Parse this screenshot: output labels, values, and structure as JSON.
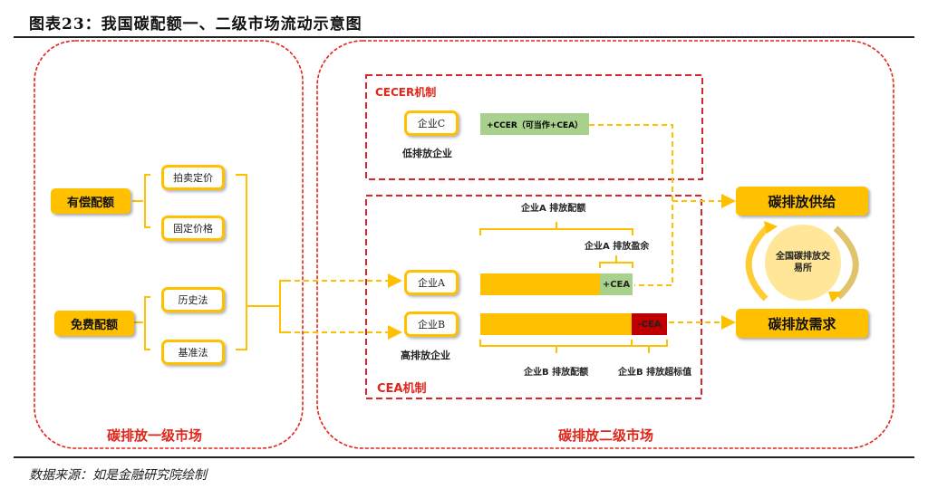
{
  "title": "图表23：我国碳配额一、二级市场流动示意图",
  "source": "数据来源：如是金融研究院绘制",
  "primary_market": {
    "label": "碳排放一级市场",
    "categories": [
      {
        "label": "有偿配额",
        "methods": [
          "拍卖定价",
          "固定价格"
        ]
      },
      {
        "label": "免费配额",
        "methods": [
          "历史法",
          "基准法"
        ]
      }
    ]
  },
  "secondary_market": {
    "label": "碳排放二级市场",
    "cecer": {
      "label": "CECER机制",
      "company": "企业C",
      "company_type": "低排放企业",
      "offset_label": "+CCER（可当作+CEA）"
    },
    "cea": {
      "label": "CEA机制",
      "company_a": "企业A",
      "company_b": "企业B",
      "company_type": "高排放企业",
      "a_quota_label": "企业A 排放配额",
      "a_surplus_label": "企业A 排放盈余",
      "a_surplus_tag": "+CEA",
      "b_quota_label": "企业B 排放配额",
      "b_excess_label": "企业B 排放超标值",
      "b_excess_tag": "-CEA"
    },
    "exchange": {
      "supply": "碳排放供给",
      "demand": "碳排放需求",
      "center": "全国碳排放交易所"
    }
  },
  "colors": {
    "yellow": "#FFC000",
    "red_dash": "#E0261B",
    "green": "#A9D18E",
    "dark_red": "#C00000"
  }
}
